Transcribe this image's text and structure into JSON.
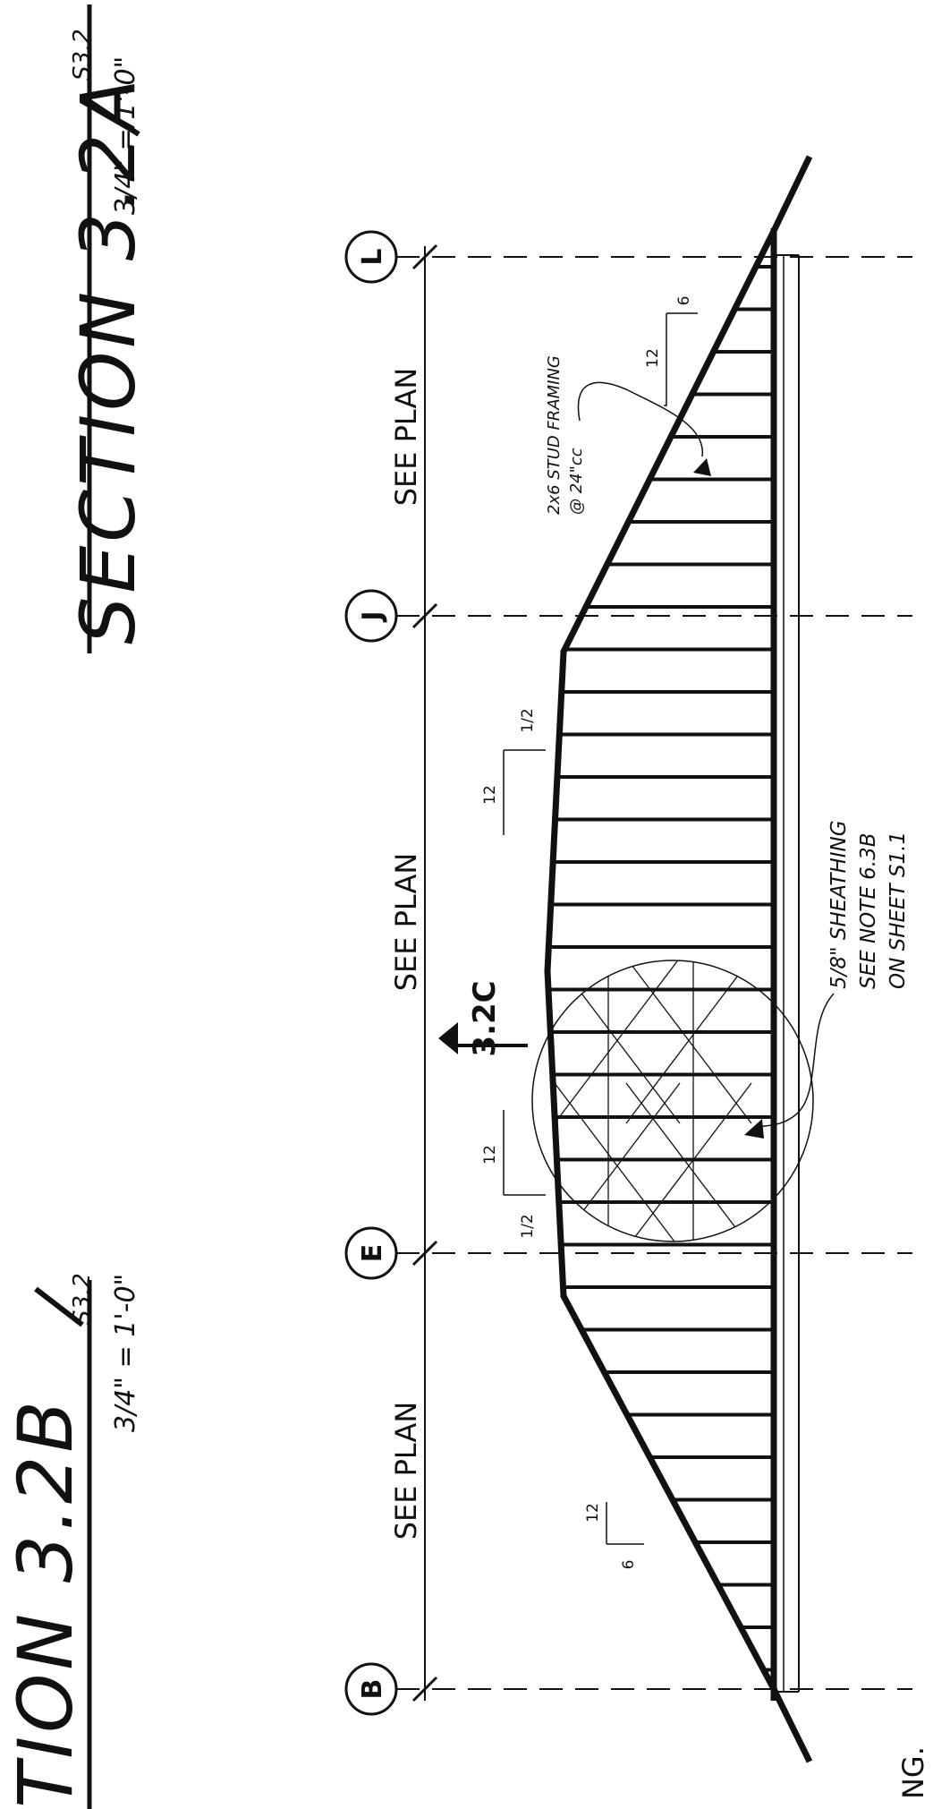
{
  "section_a": {
    "title": "SECTION 3.2A",
    "sheet": "S3.2",
    "scale": "3/4\" = 1'-0\""
  },
  "section_b": {
    "title": "TION 3.2B",
    "sheet": "S3.2",
    "scale": "3/4\" = 1'-0\""
  },
  "grid_lines": [
    {
      "label": "L"
    },
    {
      "label": "J"
    },
    {
      "label": "E"
    },
    {
      "label": "B"
    }
  ],
  "see_plan": [
    "SEE PLAN",
    "SEE PLAN",
    "SEE PLAN"
  ],
  "section_marker": "3.2C",
  "notes": {
    "stud_line1": "2x6 STUD FRAMING",
    "stud_line2": "@ 24\"cc",
    "sheathing_line1": "5/8\" SHEATHING",
    "sheathing_line2": "SEE NOTE 6.3B",
    "sheathing_line3": "ON SHEET S1.1"
  },
  "slopes": {
    "top_rise": "12",
    "top_run": "6",
    "upper_rise": "12",
    "upper_run": "1/2",
    "lower_rise": "12",
    "lower_run": "1/2",
    "bottom_rise": "12",
    "bottom_run": "6"
  },
  "cut_text": "NG."
}
